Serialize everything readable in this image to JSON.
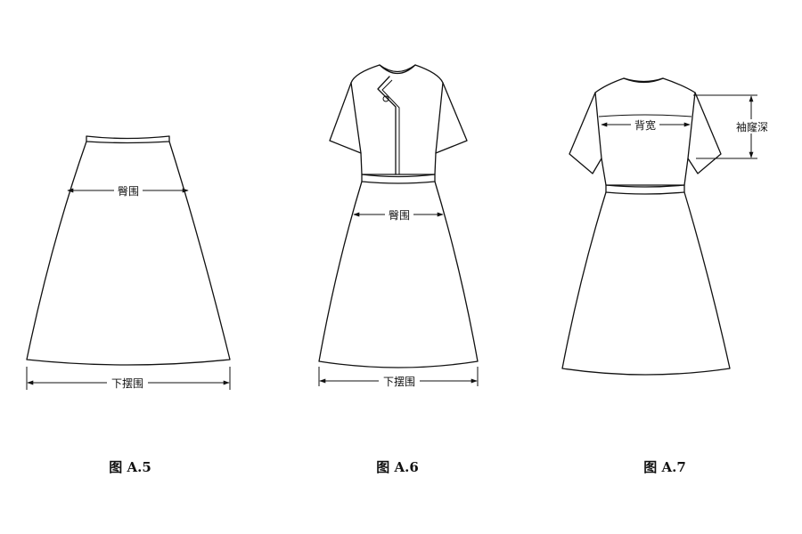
{
  "figures": [
    {
      "caption": "图 A.5",
      "labels": {
        "hip": "臀围",
        "hem": "下摆围"
      }
    },
    {
      "caption": "图 A.6",
      "labels": {
        "hip": "臀围",
        "hem": "下摆围"
      }
    },
    {
      "caption": "图 A.7",
      "labels": {
        "back_width": "背宽",
        "armhole_depth": "袖窿深"
      }
    }
  ]
}
